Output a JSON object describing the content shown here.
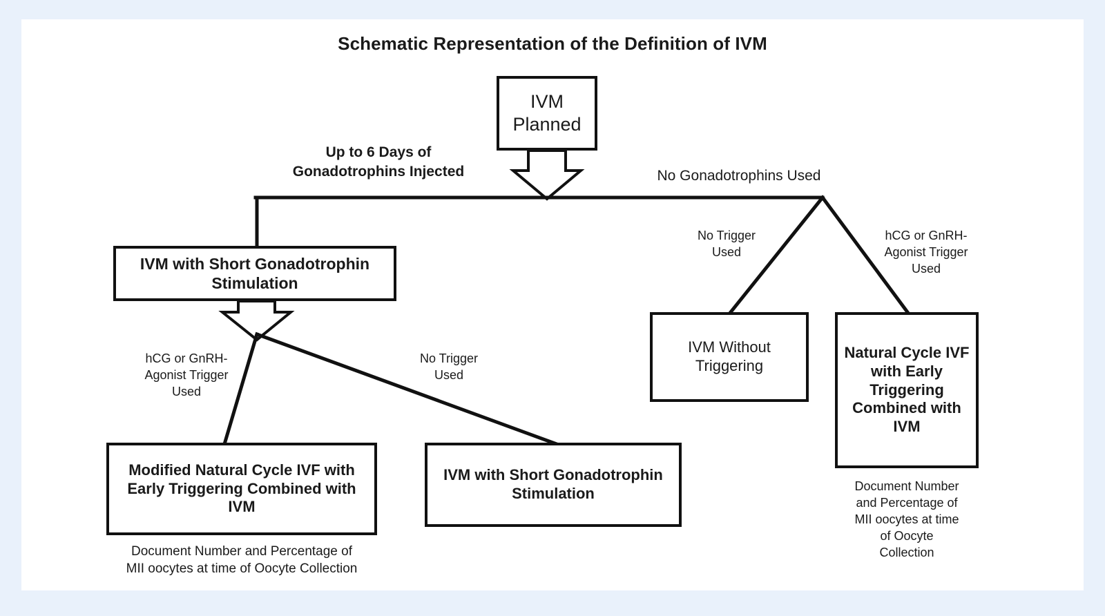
{
  "page": {
    "background_color": "#e9f1fb",
    "panel_color": "#ffffff",
    "line_color": "#111111",
    "text_color": "#1a1a1a"
  },
  "title": "Schematic Representation of the Definition of IVM",
  "nodes": {
    "ivm_planned": "IVM\nPlanned",
    "short_stim_top": "IVM with Short Gonadotrophin\nStimulation",
    "modified_natural_cycle_ivf": "Modified Natural Cycle IVF  with\nEarly Triggering Combined with\nIVM",
    "short_stim_bottom": "IVM with Short Gonadotrophin\nStimulation",
    "ivm_without_triggering": "IVM Without\nTriggering",
    "natural_cycle_ivf": "Natural Cycle IVF\nwith Early\nTriggering\nCombined with\nIVM"
  },
  "edge_labels": {
    "gonadotrophins_injected": "Up to 6 Days of\nGonadotrophins Injected",
    "no_gonadotrophins_used": "No Gonadotrophins Used",
    "left_trigger_used": "hCG or GnRH-\nAgonist Trigger\nUsed",
    "left_no_trigger_used": "No Trigger\nUsed",
    "right_no_trigger_used": "No Trigger\nUsed",
    "right_trigger_used": "hCG or GnRH-\nAgonist Trigger\nUsed"
  },
  "captions": {
    "left": "Document Number and Percentage of\nMII oocytes at time of Oocyte Collection",
    "right": "Document Number\nand Percentage of\nMII oocytes at time\nof Oocyte\nCollection"
  }
}
